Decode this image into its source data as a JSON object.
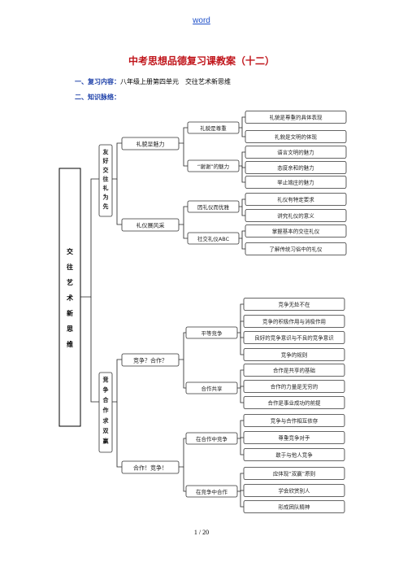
{
  "header": {
    "link_text": "word"
  },
  "doc": {
    "title": "中考思想品德复习课教案（十二）",
    "section1": {
      "label": "一、复习内容：",
      "text": "八年级上册第四单元　交往艺术新思维"
    },
    "section2": {
      "label": "二、知识脉络："
    }
  },
  "mindmap": {
    "root": [
      "交",
      "往",
      "艺",
      "术",
      "新",
      "思",
      "维"
    ],
    "branches": [
      {
        "name": [
          "友",
          "好",
          "交",
          "往",
          "礼",
          "为",
          "先"
        ],
        "children": [
          {
            "label": "礼貌显魅力",
            "children": [
              {
                "label": "礼貌是尊重",
                "leaves": [
                  "礼貌是尊重的具体表现",
                  "礼貌是文明的体现"
                ]
              },
              {
                "label": "“谢谢”的魅力",
                "leaves": [
                  "语言文明的魅力",
                  "态度亲和的魅力",
                  "举止端庄的魅力"
                ]
              }
            ]
          },
          {
            "label": "礼仪展风采",
            "children": [
              {
                "label": "因礼仪而优雅",
                "leaves": [
                  "礼仪有特定要求",
                  "讲究礼仪的意义"
                ]
              },
              {
                "label": "社交礼仪ABC",
                "leaves": [
                  "掌握基本的交往礼仪",
                  "了解传统习俗中的礼仪"
                ]
              }
            ]
          }
        ]
      },
      {
        "name": [
          "竞",
          "争",
          "合",
          "作",
          "求",
          "双",
          "赢"
        ],
        "children": [
          {
            "label": "竞争？合作？",
            "children": [
              {
                "label": "平等竞争",
                "leaves": [
                  "竞争无处不在",
                  "竞争的积极作用与消极作用",
                  "良好的竞争意识与不良的竞争意识",
                  "竞争的规则"
                ]
              },
              {
                "label": "合作共享",
                "leaves": [
                  "合作是共享的基础",
                  "合作的力量是无穷的",
                  "合作是事业成功的前提"
                ]
              }
            ]
          },
          {
            "label": "合作！竞争！",
            "children": [
              {
                "label": "在合作中竞争",
                "leaves": [
                  "竞争与合作相互依存",
                  "尊重竞争对手",
                  "敢于与他人竞争"
                ]
              },
              {
                "label": "在竞争中合作",
                "leaves": [
                  "应体现“双赢”原则",
                  "学会欣赏别人",
                  "形成团队精神"
                ]
              }
            ]
          }
        ]
      }
    ]
  },
  "footer": {
    "page_text": "1  /  20"
  }
}
